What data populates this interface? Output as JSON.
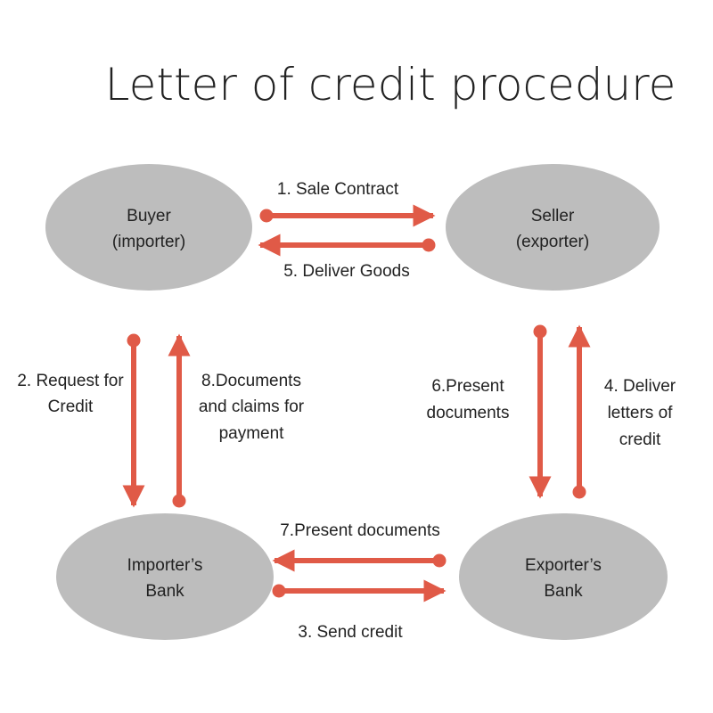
{
  "title": "Letter of credit procedure",
  "colors": {
    "node_fill": "#bdbdbd",
    "arrow": "#e05a47",
    "text": "#222222"
  },
  "nodes": {
    "buyer": {
      "line1": "Buyer",
      "line2": "(importer)"
    },
    "seller": {
      "line1": "Seller",
      "line2": "(exporter)"
    },
    "importers_bank": {
      "line1": "Importer’s",
      "line2": "Bank"
    },
    "exporters_bank": {
      "line1": "Exporter’s",
      "line2": "Bank"
    }
  },
  "steps": {
    "sale_contract": {
      "lines": [
        "1. Sale Contract"
      ]
    },
    "request_credit": {
      "lines": [
        "2. Request for",
        "Credit"
      ]
    },
    "send_credit": {
      "lines": [
        "3. Send credit"
      ]
    },
    "deliver_letters": {
      "lines": [
        "4. Deliver",
        "letters of",
        "credit"
      ]
    },
    "deliver_goods": {
      "lines": [
        "5. Deliver Goods"
      ]
    },
    "present_documents_seller": {
      "lines": [
        "6.Present",
        "documents"
      ]
    },
    "present_documents_bank": {
      "lines": [
        "7.Present documents"
      ]
    },
    "documents_claims": {
      "lines": [
        "8.Documents",
        "and claims for",
        "payment"
      ]
    }
  }
}
